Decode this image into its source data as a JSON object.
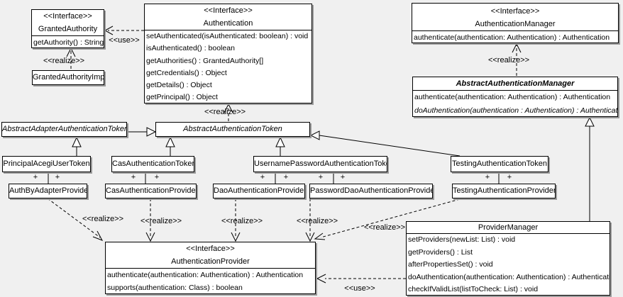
{
  "colors": {
    "background": "#f0f0f0",
    "box_fill": "#ffffff",
    "line": "#000000",
    "shadow": "#9a9a9a"
  },
  "connector_labels": {
    "use": "<<use>>",
    "realize": "<<realize>>",
    "plus": "+"
  },
  "classes": {
    "granted_authority": {
      "stereotype": "<<Interface>>",
      "name": "GrantedAuthority",
      "methods": [
        "getAuthority() : String"
      ]
    },
    "granted_authority_impl": {
      "name": "GrantedAuthorityImpl"
    },
    "authentication": {
      "stereotype": "<<Interface>>",
      "name": "Authentication",
      "methods": [
        "setAuthenticated(isAuthenticated: boolean) : void",
        "isAuthenticated() : boolean",
        "getAuthorities() : GrantedAuthority[]",
        "getCredentials() : Object",
        "getDetails() : Object",
        "getPrincipal() : Object"
      ]
    },
    "authentication_manager": {
      "stereotype": "<<Interface>>",
      "name": "AuthenticationManager",
      "methods": [
        "authenticate(authentication: Authentication) : Authentication"
      ]
    },
    "abstract_authentication_manager": {
      "name": "AbstractAuthenticationManager",
      "methods": [
        "authenticate(authentication: Authentication) : Authentication",
        "doAuthentication(authentication : Authentication) : Authentication"
      ]
    },
    "abstract_adapter_authentication_token": {
      "name": "AbstractAdapterAuthenticationToken"
    },
    "abstract_authentication_token": {
      "name": "AbstractAuthenticationToken"
    },
    "principal_acegi_user_token": {
      "name": "PrincipalAcegiUserToken"
    },
    "cas_authentication_token": {
      "name": "CasAuthenticationToken"
    },
    "username_password_authentication_token": {
      "name": "UsernamePasswordAuthenticationToken"
    },
    "testing_authentication_token": {
      "name": "TestingAuthenticationToken"
    },
    "auth_by_adapter_provider": {
      "name": "AuthByAdapterProvider"
    },
    "cas_authentication_provider": {
      "name": "CasAuthenticationProvider"
    },
    "dao_authentication_provider": {
      "name": "DaoAuthenticationProvider"
    },
    "password_dao_authentication_provider": {
      "name": "PasswordDaoAuthenticationProvider"
    },
    "testing_authentication_provider": {
      "name": "TestingAuthenticationProvider"
    },
    "authentication_provider": {
      "stereotype": "<<Interface>>",
      "name": "AuthenticationProvider",
      "methods": [
        "authenticate(authentication: Authentication) : Authentication",
        "supports(authentication: Class) : boolean"
      ]
    },
    "provider_manager": {
      "name": "ProviderManager",
      "methods": [
        "setProviders(newList: List) : void",
        "getProviders() : List",
        "afterPropertiesSet() : void",
        "doAuthentication(authentication: Authentication) : Authentication",
        "checkIfValidList(listToCheck: List) : void"
      ]
    }
  }
}
